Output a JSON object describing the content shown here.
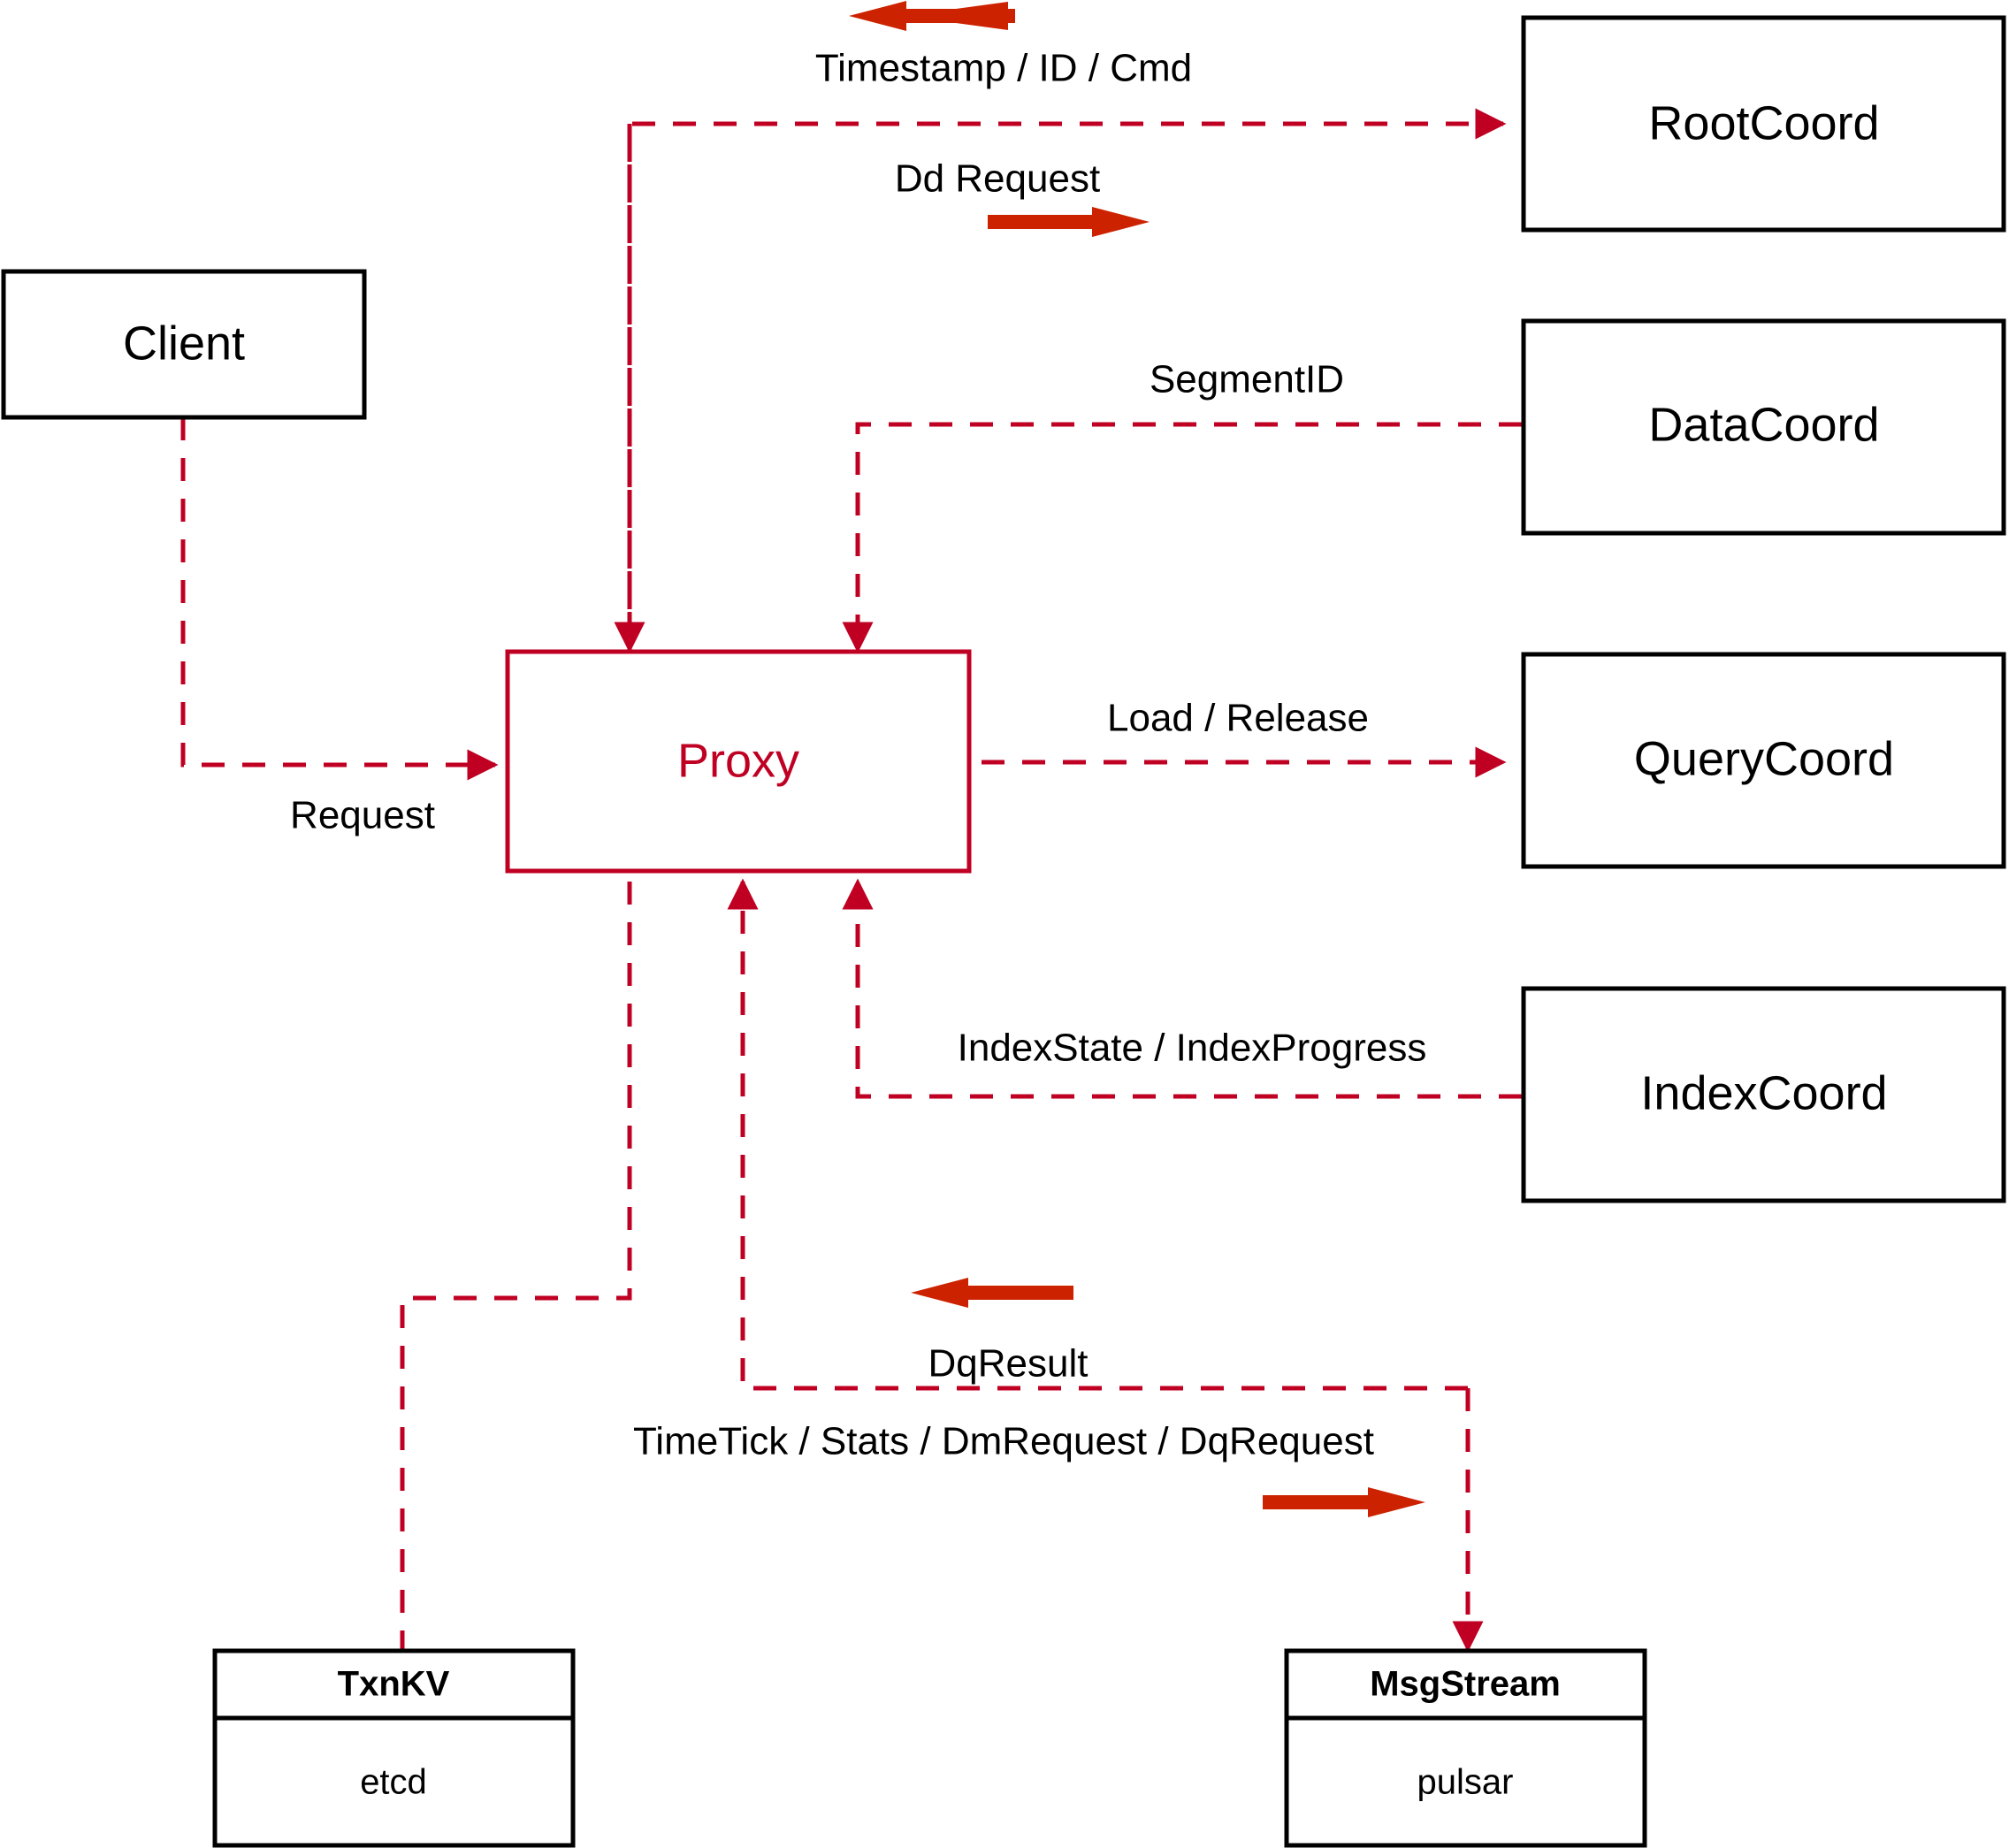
{
  "diagram": {
    "title": "Proxy architecture flow",
    "colors": {
      "accent_red": "#c00023",
      "flow_arrow_red": "#cc2200",
      "node_border": "#000000",
      "background": "#ffffff"
    },
    "nodes": [
      {
        "id": "client",
        "label": "Client",
        "style": "plain"
      },
      {
        "id": "proxy",
        "label": "Proxy",
        "style": "accent"
      },
      {
        "id": "rootcoord",
        "label": "RootCoord",
        "style": "plain"
      },
      {
        "id": "datacoord",
        "label": "DataCoord",
        "style": "plain"
      },
      {
        "id": "querycoord",
        "label": "QueryCoord",
        "style": "plain"
      },
      {
        "id": "indexcoord",
        "label": "IndexCoord",
        "style": "plain"
      },
      {
        "id": "txnkv",
        "label": "TxnKV",
        "body": "etcd",
        "style": "two-part"
      },
      {
        "id": "msgstream",
        "label": "MsgStream",
        "body": "pulsar",
        "style": "two-part"
      }
    ],
    "edges": [
      {
        "id": "client-proxy",
        "label": "Request",
        "from": "client",
        "to": "proxy"
      },
      {
        "id": "proxy-rootcoord",
        "label": "Dd Request",
        "from": "proxy",
        "to": "rootcoord"
      },
      {
        "id": "rootcoord-proxy",
        "label": "Timestamp / ID / Cmd",
        "from": "rootcoord",
        "to": "proxy"
      },
      {
        "id": "datacoord-proxy",
        "label": "SegmentID",
        "from": "datacoord",
        "to": "proxy"
      },
      {
        "id": "proxy-querycoord",
        "label": "Load / Release",
        "from": "proxy",
        "to": "querycoord"
      },
      {
        "id": "indexcoord-proxy",
        "label": "IndexState / IndexProgress",
        "from": "indexcoord",
        "to": "proxy"
      },
      {
        "id": "msgstream-proxy",
        "label": "DqResult",
        "from": "msgstream",
        "to": "proxy"
      },
      {
        "id": "proxy-msgstream",
        "label": "TimeTick / Stats / DmRequest / DqRequest",
        "from": "proxy",
        "to": "msgstream"
      },
      {
        "id": "proxy-txnkv",
        "label": "",
        "from": "proxy",
        "to": "txnkv"
      }
    ],
    "flow_arrows": [
      {
        "id": "timestamp-flow",
        "direction": "left",
        "for_edge": "rootcoord-proxy"
      },
      {
        "id": "ddrequest-flow",
        "direction": "right",
        "for_edge": "proxy-rootcoord"
      },
      {
        "id": "dqresult-flow",
        "direction": "left",
        "for_edge": "msgstream-proxy"
      },
      {
        "id": "dqrequest-flow",
        "direction": "right",
        "for_edge": "proxy-msgstream"
      }
    ]
  }
}
